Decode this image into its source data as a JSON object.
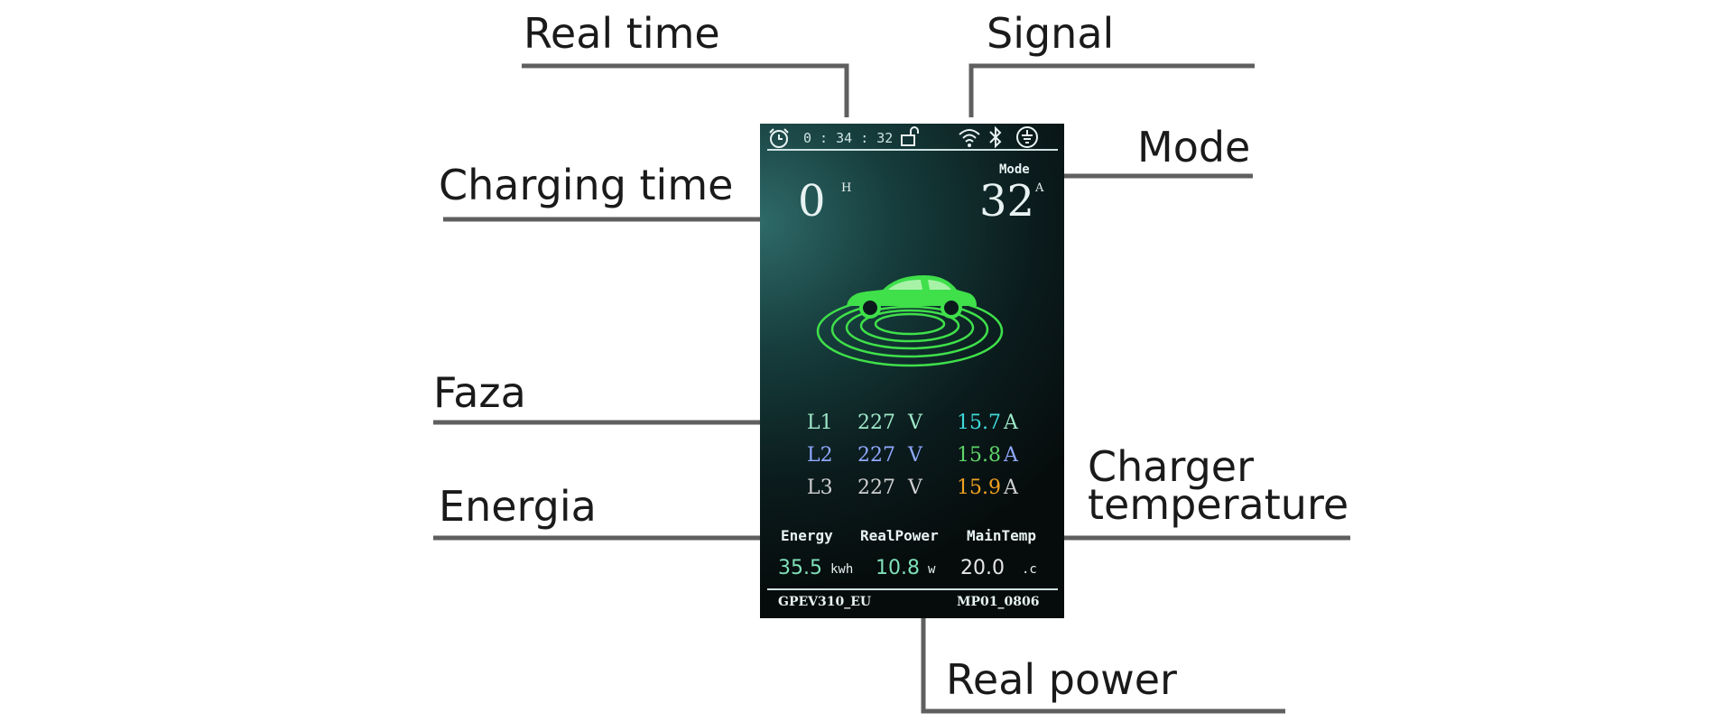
{
  "callouts": {
    "real_time": "Real time",
    "signal": "Signal",
    "mode": "Mode",
    "charging_time": "Charging time",
    "faza": "Faza",
    "energia": "Energia",
    "charger_temperature_line1": "Charger",
    "charger_temperature_line2": "temperature",
    "real_power": "Real power"
  },
  "display": {
    "status": {
      "clock_time": "0 : 34 : 32",
      "icons": [
        "alarm-clock-icon",
        "unlock-icon",
        "wifi-icon",
        "bluetooth-icon",
        "ground-icon"
      ]
    },
    "charging_time": {
      "value": "0",
      "unit": "H"
    },
    "mode": {
      "label": "Mode",
      "value": "32",
      "unit": "A"
    },
    "phases": [
      {
        "name": "L1",
        "voltage": "227",
        "v_unit": "V",
        "current": "15.7",
        "a_unit": "A",
        "color": "#9fe8c9",
        "current_color": "#3fd9d9"
      },
      {
        "name": "L2",
        "voltage": "227",
        "v_unit": "V",
        "current": "15.8",
        "a_unit": "A",
        "color": "#8fa8ff",
        "current_color": "#5fd46a"
      },
      {
        "name": "L3",
        "voltage": "227",
        "v_unit": "V",
        "current": "15.9",
        "a_unit": "A",
        "color": "#d0d0d0",
        "current_color": "#f0a020"
      }
    ],
    "metrics": {
      "energy_label": "Energy",
      "energy_value": "35.5",
      "energy_unit": "kwh",
      "power_label": "RealPower",
      "power_value": "10.8",
      "power_unit": "w",
      "temp_label": "MainTemp",
      "temp_value": "20.0",
      "temp_unit": ".c"
    },
    "footer": {
      "model": "GPEV310_EU",
      "firmware": "MP01_0806"
    },
    "colors": {
      "car_green": "#3fe04a",
      "metric_value": "#7fe0b8",
      "temp_value": "#e6e6e6"
    }
  }
}
